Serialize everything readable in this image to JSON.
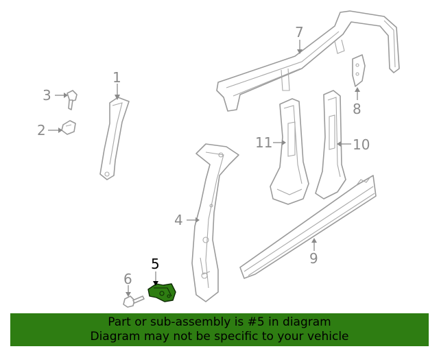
{
  "callouts": [
    {
      "id": "1",
      "highlighted": false
    },
    {
      "id": "2",
      "highlighted": false
    },
    {
      "id": "3",
      "highlighted": false
    },
    {
      "id": "4",
      "highlighted": false
    },
    {
      "id": "5",
      "highlighted": true
    },
    {
      "id": "6",
      "highlighted": false
    },
    {
      "id": "7",
      "highlighted": false
    },
    {
      "id": "8",
      "highlighted": false
    },
    {
      "id": "9",
      "highlighted": false
    },
    {
      "id": "10",
      "highlighted": false
    },
    {
      "id": "11",
      "highlighted": false
    }
  ],
  "banner": {
    "line1": "Part or sub-assembly is #5 in diagram",
    "line2": "Diagram may not be specific to your vehicle",
    "background_color": "#2e7d12"
  },
  "colors": {
    "part_outline": "#9a9a9a",
    "highlight_part": "#2e7d12",
    "callout_text": "#8a8a8a"
  }
}
